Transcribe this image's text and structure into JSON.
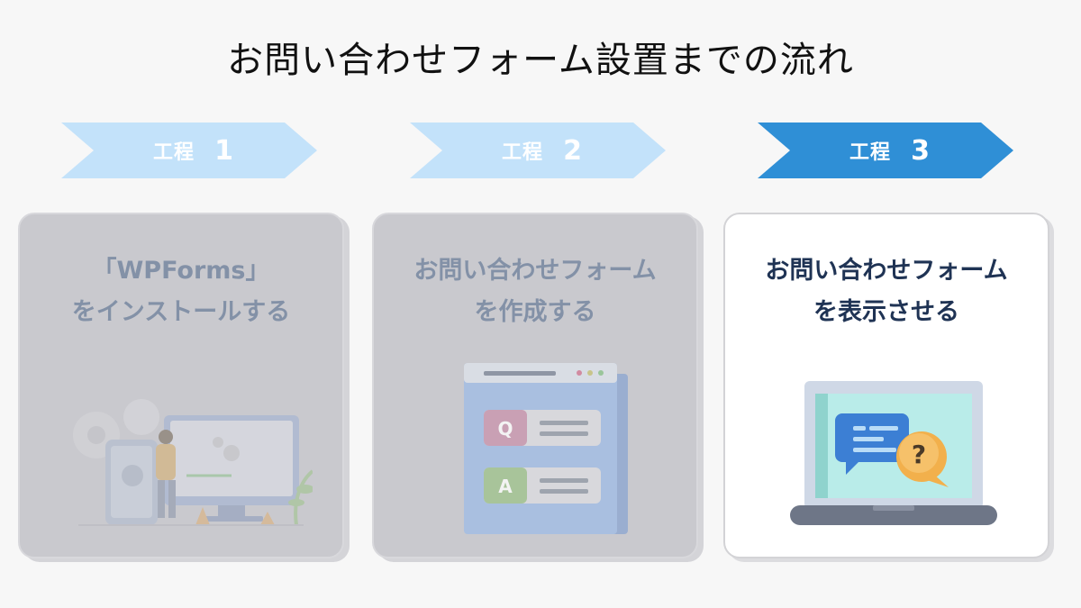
{
  "title": "お問い合わせフォーム設置までの流れ",
  "steps": [
    {
      "label": "工程",
      "number": "1",
      "arrow_color": "#c3e2fa",
      "active": false,
      "card_lines": [
        "「WPForms」",
        "をインストールする"
      ],
      "illustration": "person-with-monitor-and-gears-illustration"
    },
    {
      "label": "工程",
      "number": "2",
      "arrow_color": "#c3e2fa",
      "active": false,
      "card_lines": [
        "お問い合わせフォーム",
        "を作成する"
      ],
      "illustration": "qa-form-window-illustration",
      "qa_letters": [
        "Q",
        "A"
      ]
    },
    {
      "label": "工程",
      "number": "3",
      "arrow_color": "#2f8fd6",
      "active": true,
      "card_lines": [
        "お問い合わせフォーム",
        "を表示させる"
      ],
      "illustration": "laptop-with-question-bubbles-illustration"
    }
  ],
  "colors": {
    "inactive_card": "#c9c9ce",
    "inactive_text": "#8391a7",
    "active_text": "#1f3354",
    "light_arrow": "#c3e2fa",
    "active_arrow": "#2f8fd6"
  }
}
